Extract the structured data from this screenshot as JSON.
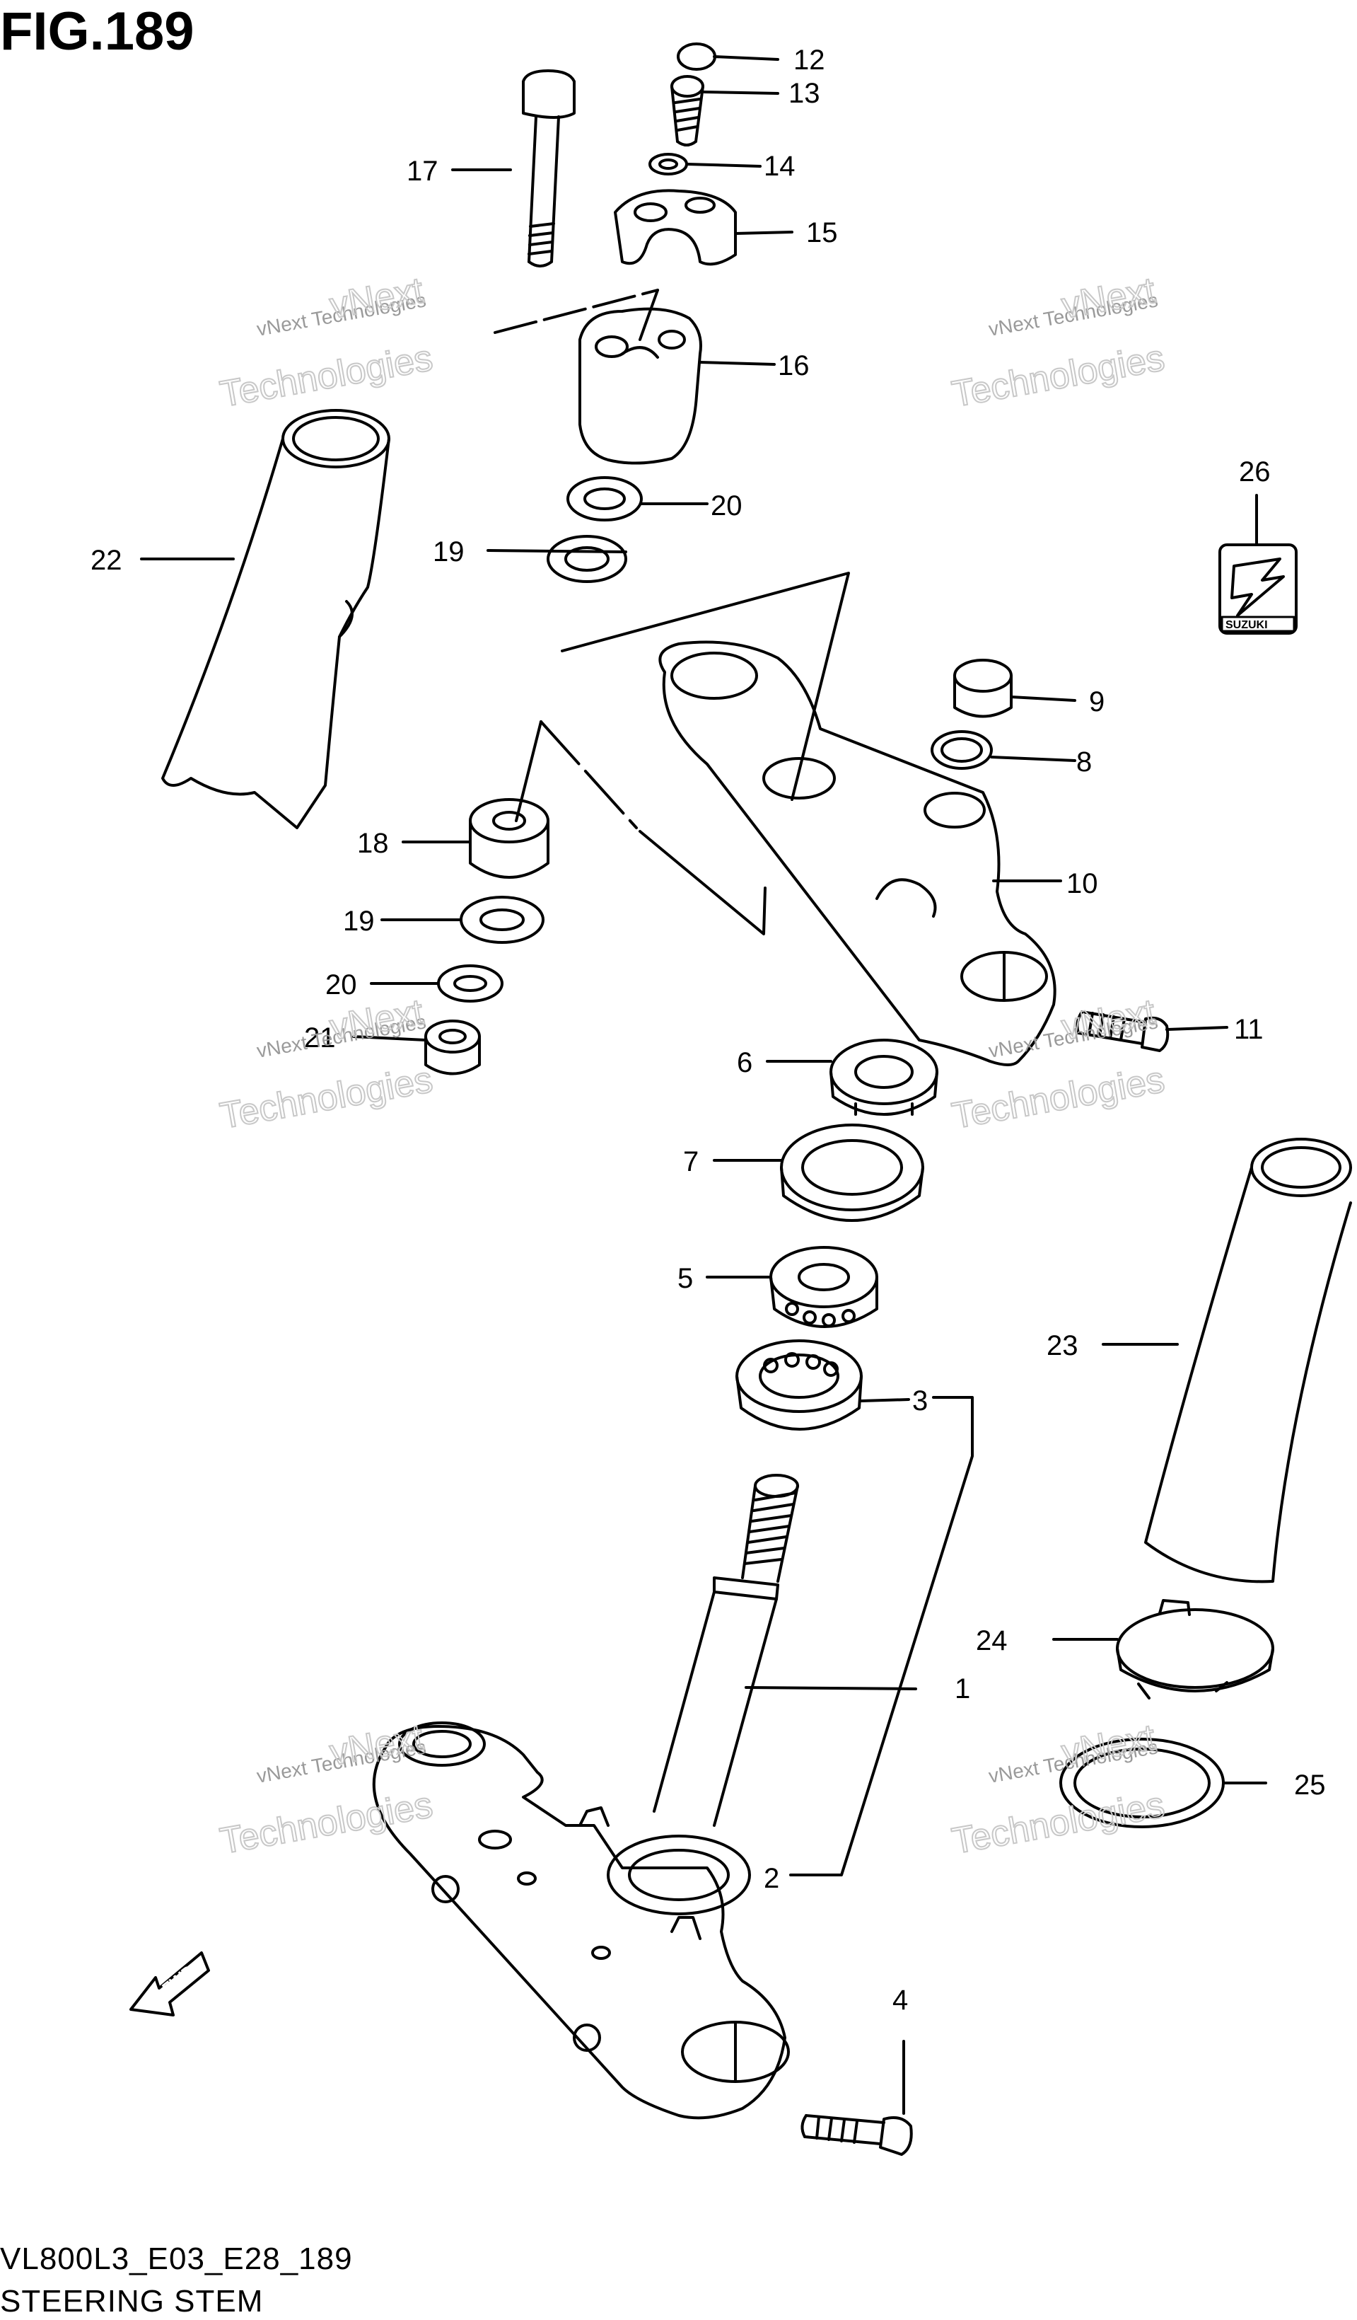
{
  "figure": {
    "title": "FIG.189",
    "code": "VL800L3_E03_E28_189",
    "name": "STEERING STEM"
  },
  "watermark": {
    "line1": "vNext Technologies",
    "line2": "Technologies",
    "line3": "vNext"
  },
  "badge": {
    "text": "SUZUKI"
  },
  "fwd_label": "FWD",
  "callouts": [
    {
      "id": "c12",
      "label": "12"
    },
    {
      "id": "c13",
      "label": "13"
    },
    {
      "id": "c14",
      "label": "14"
    },
    {
      "id": "c15",
      "label": "15"
    },
    {
      "id": "c16",
      "label": "16"
    },
    {
      "id": "c17",
      "label": "17"
    },
    {
      "id": "c20a",
      "label": "20"
    },
    {
      "id": "c19a",
      "label": "19"
    },
    {
      "id": "c22",
      "label": "22"
    },
    {
      "id": "c26",
      "label": "26"
    },
    {
      "id": "c9",
      "label": "9"
    },
    {
      "id": "c8",
      "label": "8"
    },
    {
      "id": "c10",
      "label": "10"
    },
    {
      "id": "c18",
      "label": "18"
    },
    {
      "id": "c19b",
      "label": "19"
    },
    {
      "id": "c20b",
      "label": "20"
    },
    {
      "id": "c21",
      "label": "21"
    },
    {
      "id": "c11",
      "label": "11"
    },
    {
      "id": "c6",
      "label": "6"
    },
    {
      "id": "c7",
      "label": "7"
    },
    {
      "id": "c5",
      "label": "5"
    },
    {
      "id": "c3",
      "label": "3"
    },
    {
      "id": "c23",
      "label": "23"
    },
    {
      "id": "c1",
      "label": "1"
    },
    {
      "id": "c24",
      "label": "24"
    },
    {
      "id": "c25",
      "label": "25"
    },
    {
      "id": "c2",
      "label": "2"
    },
    {
      "id": "c4",
      "label": "4"
    }
  ]
}
